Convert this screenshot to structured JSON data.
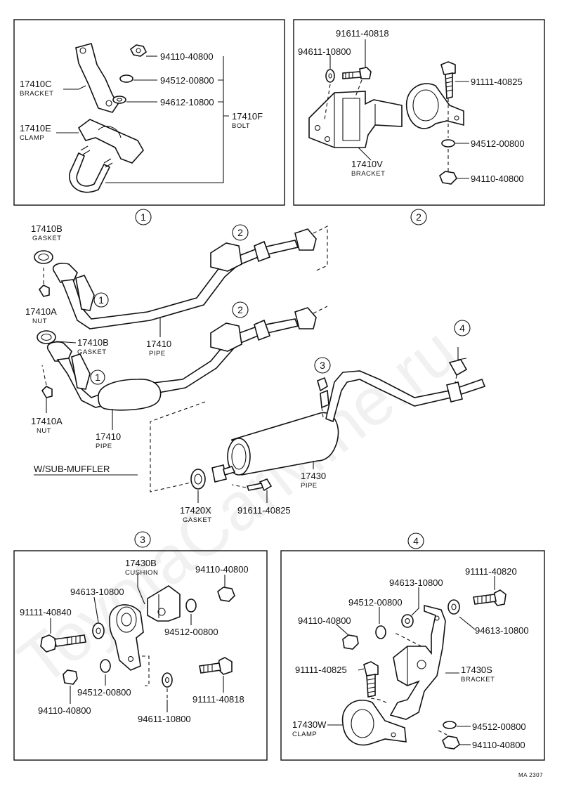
{
  "watermark": "ToyotaCarMine.ru",
  "footer_code": "MA 2307",
  "section_note": "W/SUB-MUFFLER",
  "markers": {
    "m1": "1",
    "m2": "2",
    "m3": "3",
    "m4": "4"
  },
  "box1": {
    "nut": "94110-40800",
    "lock_washer": "94512-00800",
    "washer": "94612-10800",
    "bracket_no": "17410C",
    "bracket_name": "BRACKET",
    "clamp_no": "17410E",
    "clamp_name": "CLAMP",
    "bolt_no": "17410F",
    "bolt_name": "BOLT"
  },
  "box2": {
    "bolt_top": "91611-40818",
    "washer": "94611-10800",
    "bolt_right": "91111-40825",
    "lock_washer": "94512-00800",
    "nut": "94110-40800",
    "bracket_no": "17410V",
    "bracket_name": "BRACKET"
  },
  "middle": {
    "gasket_top_no": "17410B",
    "gasket_top_name": "GASKET",
    "nut_top_no": "17410A",
    "nut_top_name": "NUT",
    "pipe_top_no": "17410",
    "pipe_top_name": "PIPE",
    "gasket_bot_no": "17410B",
    "gasket_bot_name": "GASKET",
    "nut_bot_no": "17410A",
    "nut_bot_name": "NUT",
    "pipe_bot_no": "17410",
    "pipe_bot_name": "PIPE",
    "tail_pipe_no": "17430",
    "tail_pipe_name": "PIPE",
    "gasket_x_no": "17420X",
    "gasket_x_name": "GASKET",
    "bolt": "91611-40825"
  },
  "box3": {
    "cushion_no": "17430B",
    "cushion_name": "CUSHION",
    "nut_top": "94110-40800",
    "washer_left": "94613-10800",
    "bolt_left": "91111-40840",
    "lock_washer_right": "94512-00800",
    "lock_washer_bottom": "94512-00800",
    "nut_bottom": "94110-40800",
    "washer_bottom": "94611-10800",
    "bolt_right": "91111-40818"
  },
  "box4": {
    "bolt_top": "91111-40820",
    "washer_top": "94613-10800",
    "lock_washer": "94512-00800",
    "nut_left": "94110-40800",
    "washer_right": "94613-10800",
    "bolt_left": "91111-40825",
    "bracket_no": "17430S",
    "bracket_name": "BRACKET",
    "clamp_no": "17430W",
    "clamp_name": "CLAMP",
    "lock_washer_bottom": "94512-00800",
    "nut_bottom": "94110-40800"
  }
}
